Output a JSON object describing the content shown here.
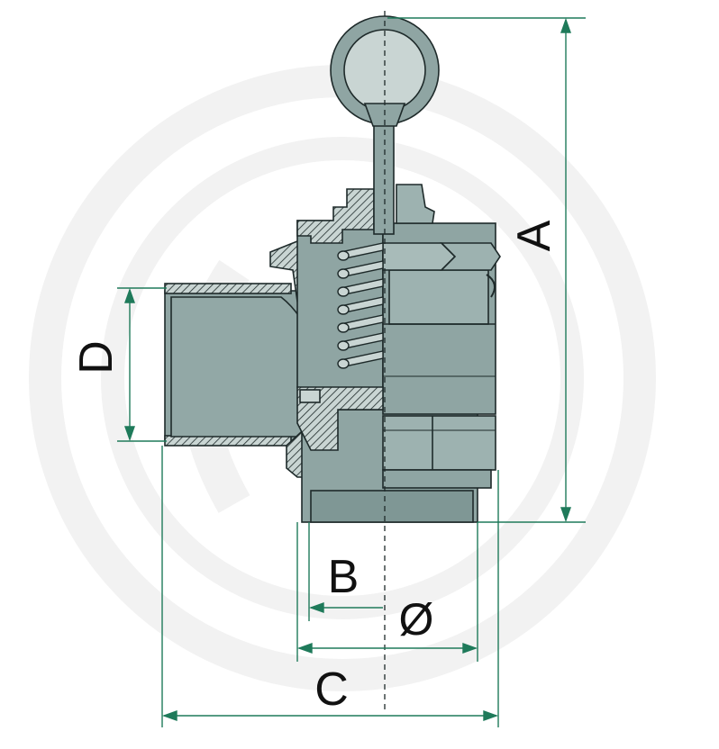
{
  "drawing": {
    "dimensions": {
      "a": "A",
      "b": "B",
      "c": "C",
      "d": "D",
      "diameter": "Ø"
    },
    "colors": {
      "body": "#8fa5a3",
      "body_dark": "#6f8886",
      "body_light": "#c9d5d3",
      "outline": "#1e2a2a",
      "dimension": "#1f7a5a",
      "watermark": "#f1f1f1"
    }
  }
}
